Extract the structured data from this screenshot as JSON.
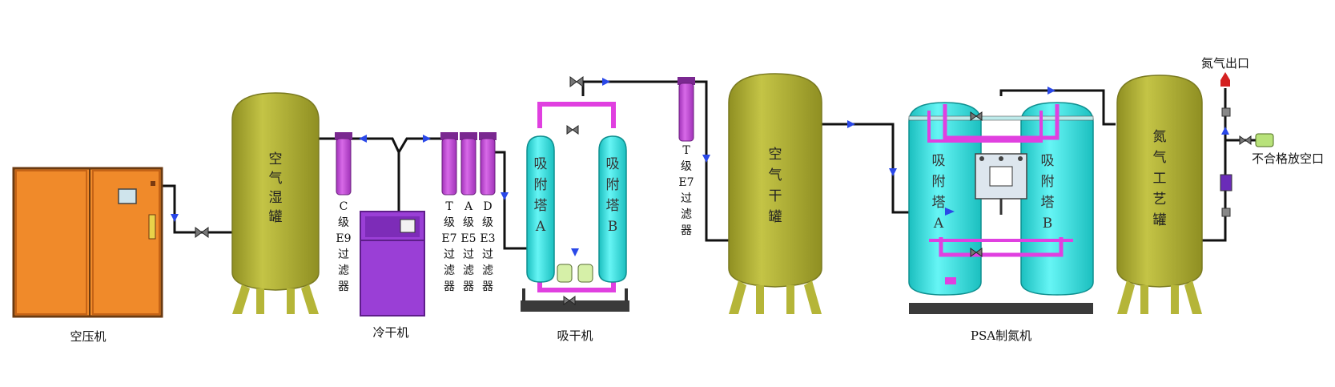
{
  "labels": {
    "compressor": "空压机",
    "wet_tank": [
      "空",
      "气",
      "湿",
      "罐"
    ],
    "filter_c": [
      "C",
      "级",
      "E9",
      "过",
      "滤",
      "器"
    ],
    "refrigerated_dryer": "冷干机",
    "filter_t": [
      "T",
      "级",
      "E7",
      "过",
      "滤",
      "器"
    ],
    "filter_a": [
      "A",
      "级",
      "E5",
      "过",
      "滤",
      "器"
    ],
    "filter_d": [
      "D",
      "级",
      "E3",
      "过",
      "滤",
      "器"
    ],
    "adsorption_dryer": "吸干机",
    "tower_a": [
      "吸",
      "附",
      "塔",
      "A"
    ],
    "tower_b": [
      "吸",
      "附",
      "塔",
      "B"
    ],
    "filter_t2": [
      "T",
      "级",
      "E7",
      "过",
      "滤",
      "器"
    ],
    "dry_tank": [
      "空",
      "气",
      "干",
      "罐"
    ],
    "psa_tower_a": [
      "吸",
      "附",
      "塔",
      "A"
    ],
    "psa_tower_b": [
      "吸",
      "附",
      "塔",
      "B"
    ],
    "psa_generator": "PSA制氮机",
    "nitrogen_tank": [
      "氮",
      "气",
      "工",
      "艺",
      "罐"
    ],
    "nitrogen_outlet": "氮气出口",
    "vent_outlet": "不合格放空口"
  },
  "colors": {
    "tank": "#b5b538",
    "tank_dark": "#8f8f22",
    "filter": "#c24fd6",
    "compressor": "#f08a2a",
    "cold_dryer": "#9a3fd6",
    "tower": "#33e6e6",
    "pipe_hot": "#e040e0",
    "pipe": "#111111",
    "flow_arrow": "#2a48e8",
    "outlet_arrow": "#d42020",
    "vent": "#b8e27a"
  }
}
